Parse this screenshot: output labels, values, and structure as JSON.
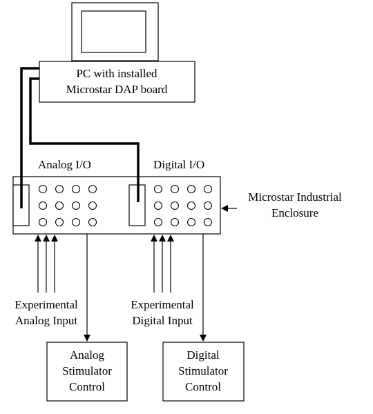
{
  "pc": {
    "line1": "PC with installed",
    "line2": "Microstar DAP board"
  },
  "enclosure": {
    "analog_label": "Analog I/O",
    "digital_label": "Digital I/O",
    "callout_line1": "Microstar Industrial",
    "callout_line2": "Enclosure"
  },
  "inputs": {
    "analog": {
      "line1": "Experimental",
      "line2": "Analog Input"
    },
    "digital": {
      "line1": "Experimental",
      "line2": "Digital Input"
    }
  },
  "controls": {
    "analog": {
      "line1": "Analog",
      "line2": "Stimulator",
      "line3": "Control"
    },
    "digital": {
      "line1": "Digital",
      "line2": "Stimulator",
      "line3": "Control"
    }
  },
  "colors": {
    "stroke": "#000000",
    "background": "#ffffff"
  }
}
